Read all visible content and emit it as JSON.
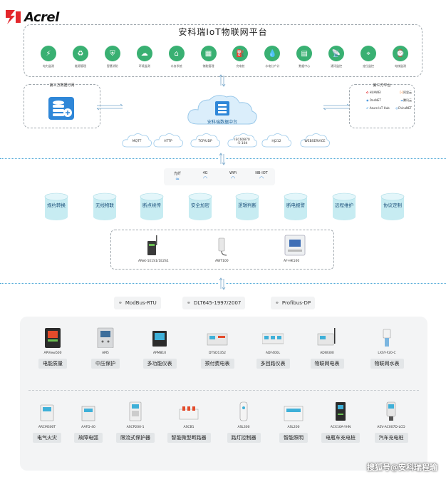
{
  "brand": {
    "logo_text": "Acrel",
    "brand_color": "#e3262b"
  },
  "platform": {
    "title": "安科瑞IoT物联网平台",
    "apps": [
      "电力监测",
      "能源管理",
      "智慧消防",
      "环境监测",
      "水务系统",
      "储能管理",
      "充电桩",
      "水电分户计",
      "数据中心",
      "通讯监控",
      "定位监控",
      "电梯监测"
    ]
  },
  "data_center": {
    "label": "安科瑞数据中台"
  },
  "third_party_left": {
    "title": "第三方数据订阅"
  },
  "third_party_right": {
    "title": "第三方平台",
    "brands": [
      "HUAWEI",
      "阿里云",
      "OneNET",
      "腾讯云",
      "Azure IoT Hub",
      "ChinaNET"
    ]
  },
  "protocols_top": [
    "MQTT",
    "HTTP",
    "TCP/UDP",
    "IEC60870\n-5-104",
    "HJ212",
    "WEBSERVICE"
  ],
  "networks": [
    "光纤",
    "4G",
    "WiFi",
    "NB-IOT"
  ],
  "features": [
    "规约转换",
    "无线物联",
    "断点续传",
    "安全加密",
    "逻辑判断",
    "断电报警",
    "远程维护",
    "协议定制"
  ],
  "gateways": [
    "ANet-1E1S1/1E2S1",
    "AWT100",
    "AF-HK100"
  ],
  "field_protocols": [
    "ModBus-RTU",
    "DLT645-1997/2007",
    "Profibus-DP"
  ],
  "devices_row1": [
    {
      "model": "APView500",
      "category": "电能质量"
    },
    {
      "model": "AM5",
      "category": "中压保护"
    },
    {
      "model": "APM810",
      "category": "多功能仪表"
    },
    {
      "model": "DTSD1352",
      "category": "预付费电表"
    },
    {
      "model": "ADF400L",
      "category": "多回路仪表"
    },
    {
      "model": "ADW300",
      "category": "物联网电表"
    },
    {
      "model": "LXSY-F20-C",
      "category": "物联网水表"
    }
  ],
  "devices_row2": [
    {
      "model": "ARCM300T",
      "category": "电气火灾"
    },
    {
      "model": "AAFD-40",
      "category": "故障电弧"
    },
    {
      "model": "ASCP200-1",
      "category": "限流式保护器"
    },
    {
      "model": "ASCB1",
      "category": "智能微型断路器"
    },
    {
      "model": "ASL300",
      "category": "路灯控制器"
    },
    {
      "model": "ASL200",
      "category": "智能照明"
    },
    {
      "model": "ACX10A-YHN",
      "category": "电瓶车充电桩"
    },
    {
      "model": "AEV-AC007D-LCD",
      "category": "汽车充电桩"
    }
  ],
  "watermark": "搜狐号@安科瑞程瑜",
  "colors": {
    "accent_blue": "#2f87d8",
    "app_green": "#39b072",
    "feature_teal": "#c7ecf2"
  }
}
